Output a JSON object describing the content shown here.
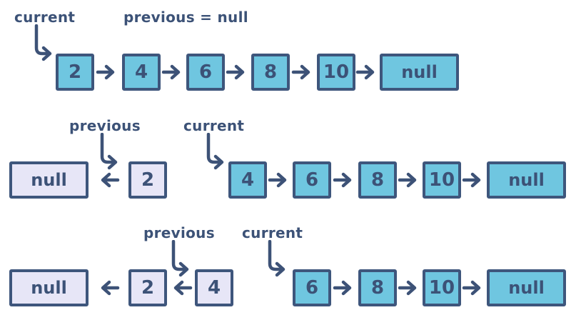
{
  "colors": {
    "node-fill": "#6FC6E0",
    "visited-fill": "#E7E6F7",
    "outline": "#3E567C",
    "text": "#3C5277",
    "arrow": "#3D5277",
    "bg": "#FFFFFF"
  },
  "steps": [
    {
      "pointers": {
        "current": "current",
        "previous": "previous = null"
      },
      "reversed": {
        "head": null,
        "nodes": []
      },
      "list": {
        "nodes": [
          "2",
          "4",
          "6",
          "8",
          "10"
        ],
        "tail": "null"
      }
    },
    {
      "pointers": {
        "previous": "previous",
        "current": "current"
      },
      "reversed": {
        "head": "null",
        "nodes": [
          "2"
        ]
      },
      "list": {
        "nodes": [
          "4",
          "6",
          "8",
          "10"
        ],
        "tail": "null"
      }
    },
    {
      "pointers": {
        "previous": "previous",
        "current": "current"
      },
      "reversed": {
        "head": "null",
        "nodes": [
          "2",
          "4"
        ]
      },
      "list": {
        "nodes": [
          "6",
          "8",
          "10"
        ],
        "tail": "null"
      }
    }
  ]
}
